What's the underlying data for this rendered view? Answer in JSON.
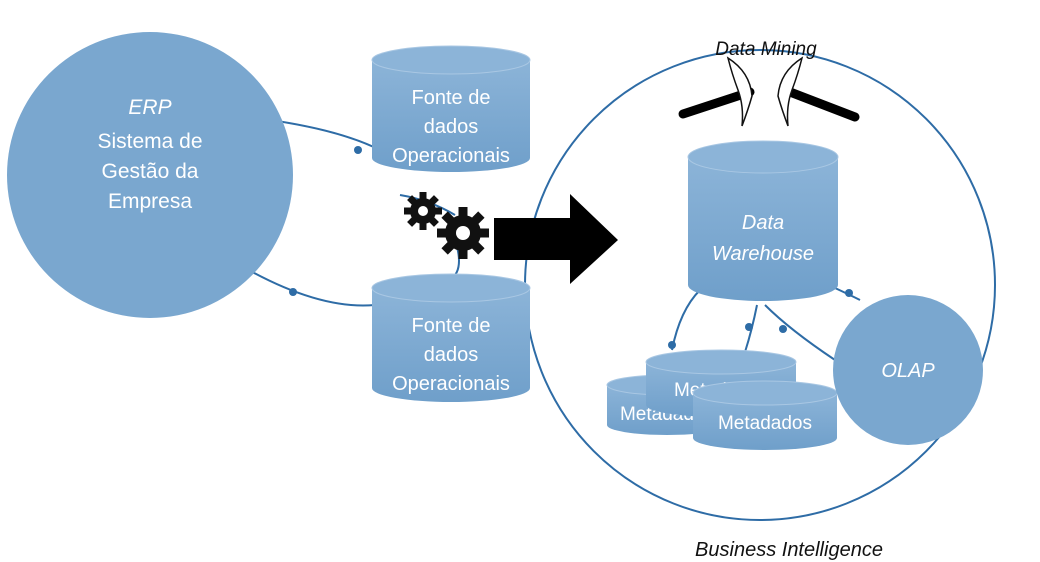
{
  "erp": {
    "line1": "ERP",
    "line2": "Sistema de",
    "line3": "Gestão da",
    "line4": "Empresa"
  },
  "sources": [
    {
      "line1": "Fonte de",
      "line2": "dados",
      "line3": "Operacionais"
    },
    {
      "line1": "Fonte de",
      "line2": "dados",
      "line3": "Operacionais"
    }
  ],
  "bi": {
    "caption": "Business Intelligence",
    "data_mining": "Data Mining",
    "warehouse_line1": "Data",
    "warehouse_line2": "Warehouse",
    "olap": "OLAP",
    "metadata": [
      "Metadados",
      "Metadados",
      "Metadados"
    ]
  },
  "colors": {
    "shape_fill": "#7aa7cf",
    "shape_top": "#8cb4d8",
    "connector": "#2e6ca6",
    "arrow": "#000000"
  },
  "icons": [
    "gears-icon",
    "pickaxe-icon",
    "arrow-right-icon"
  ]
}
